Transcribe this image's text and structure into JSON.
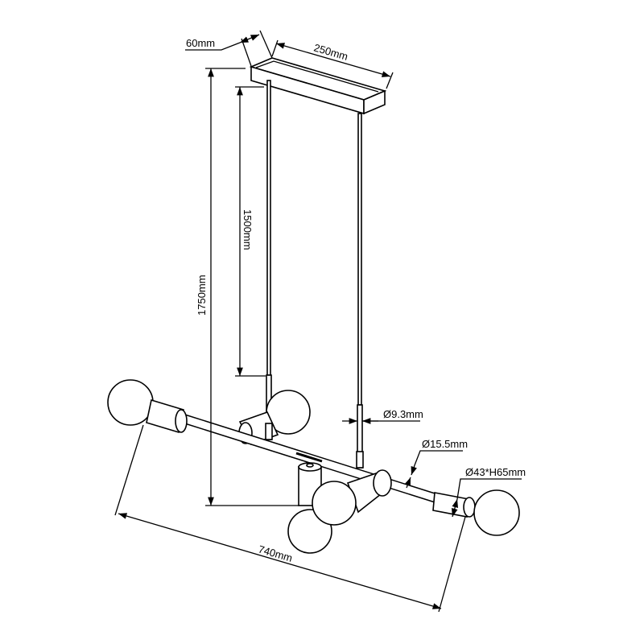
{
  "title": "Pendant lamp dimension drawing",
  "colors": {
    "line": "#000000",
    "background": "#ffffff"
  },
  "dimensions": {
    "canopy_depth": "60mm",
    "canopy_length": "250mm",
    "cable_length": "1500mm",
    "total_height": "1750mm",
    "cable_diameter": "Ø9.3mm",
    "bar_diameter": "Ø15.5mm",
    "socket_size": "Ø43*H65mm",
    "total_width": "740mm"
  }
}
